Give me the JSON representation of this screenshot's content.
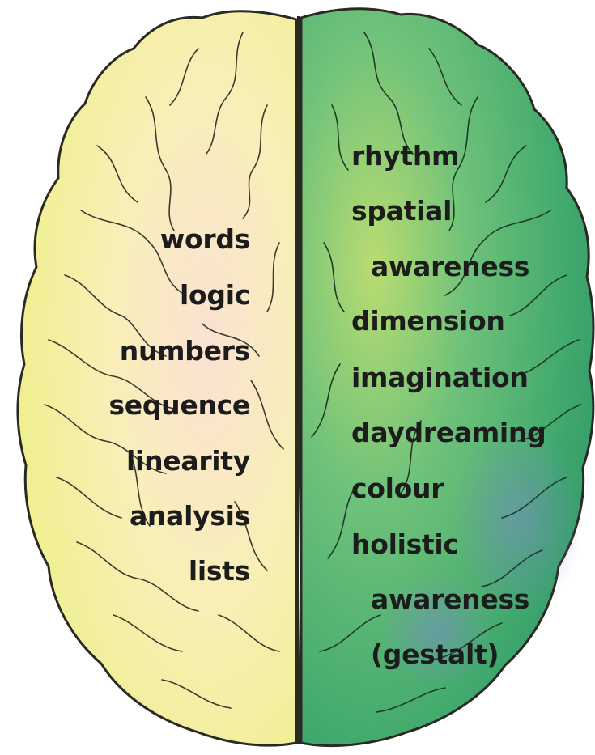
{
  "left_hemisphere": {
    "items": [
      "words",
      "logic",
      "numbers",
      "sequence",
      "linearity",
      "analysis",
      "lists"
    ]
  },
  "right_hemisphere": {
    "items": [
      "rhythm",
      "spatial",
      "awareness",
      "dimension",
      "imagination",
      "daydreaming",
      "colour",
      "holistic",
      "awareness",
      "(gestalt)"
    ]
  },
  "colors": {
    "left_fill": "#f3f29a",
    "left_center": "#fbe3cf",
    "right_fill": "#3fae6e",
    "right_light": "#a8d56a",
    "outline": "#2a2a22"
  }
}
